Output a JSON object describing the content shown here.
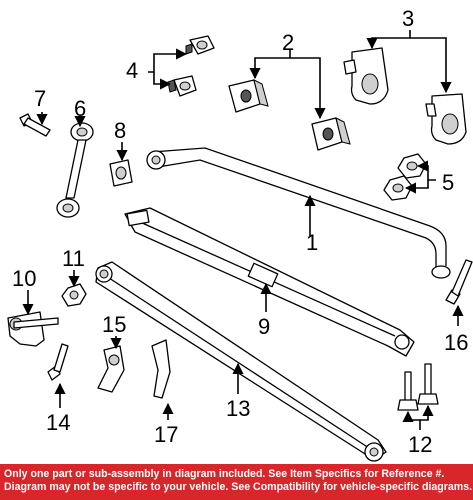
{
  "callouts": {
    "c1": "1",
    "c2": "2",
    "c3": "3",
    "c4": "4",
    "c5": "5",
    "c6": "6",
    "c7": "7",
    "c8": "8",
    "c9": "9",
    "c10": "10",
    "c11": "11",
    "c12": "12",
    "c13": "13",
    "c14": "14",
    "c15": "15",
    "c16": "16",
    "c17": "17"
  },
  "disclaimer": {
    "line1": "Only one part or sub-assembly in diagram included. See Item Specifics for Reference #.",
    "line2": "Diagram may not be specific to your vehicle. See Compatibility for vehicle-specific diagrams."
  },
  "colors": {
    "banner": "#d9262b",
    "banner_text": "#ffffff",
    "line": "#000000"
  }
}
